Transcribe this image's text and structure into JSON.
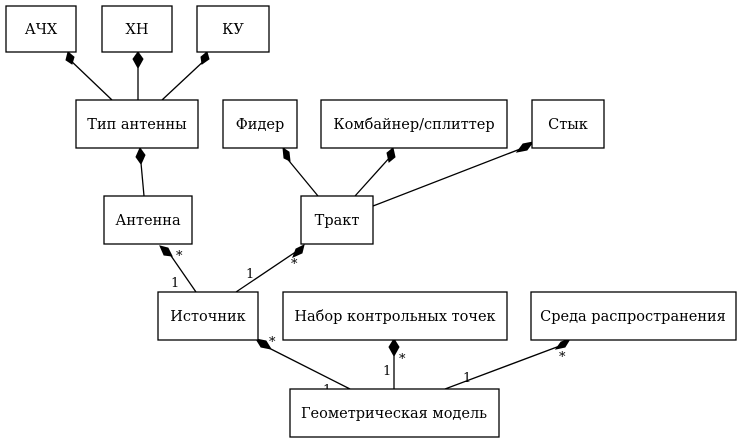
{
  "nodes": {
    "achx": "АЧХ",
    "xn": "ХН",
    "ku": "КУ",
    "antenna_type": "Тип антенны",
    "feeder": "Фидер",
    "combiner": "Комбайнер/сплиттер",
    "joint": "Стык",
    "antenna": "Антенна",
    "path": "Тракт",
    "source": "Источник",
    "control_points": "Набор контрольных точек",
    "medium": "Среда распространения",
    "geo_model": "Геометрическая модель"
  },
  "multiplicities": {
    "antenna_star": "*",
    "antenna_one": "1",
    "path_star": "*",
    "path_one": "1",
    "source_star": "*",
    "source_one": "1",
    "points_star": "*",
    "points_one": "1",
    "medium_star": "*",
    "medium_one": "1"
  }
}
